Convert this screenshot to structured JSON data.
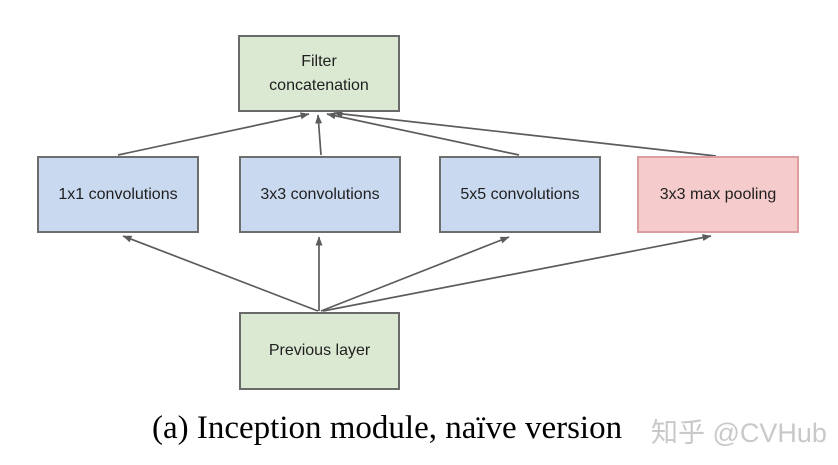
{
  "colors": {
    "background": "#ffffff",
    "green_fill": "#dbe9d2",
    "green_border": "#6a6a6a",
    "blue_fill": "#c9d9f0",
    "blue_border": "#6e6e6e",
    "pink_fill": "#f6cbcb",
    "pink_border": "#db9d9d",
    "arrow": "#5c5c5c",
    "node_text": "#1f1f1f",
    "caption_text": "#000000",
    "watermark_text": "#c9c9c9"
  },
  "diagram": {
    "nodes": [
      {
        "id": "filter-concat",
        "label": "Filter concatenation",
        "type": "green"
      },
      {
        "id": "conv1x1",
        "label": "1x1 convolutions",
        "type": "blue"
      },
      {
        "id": "conv3x3",
        "label": "3x3 convolutions",
        "type": "blue"
      },
      {
        "id": "conv5x5",
        "label": "5x5 convolutions",
        "type": "blue"
      },
      {
        "id": "maxpool",
        "label": "3x3 max pooling",
        "type": "pink"
      },
      {
        "id": "previous",
        "label": "Previous layer",
        "type": "green"
      }
    ],
    "edges": [
      {
        "from": "conv1x1",
        "to": "filter-concat"
      },
      {
        "from": "conv3x3",
        "to": "filter-concat"
      },
      {
        "from": "conv5x5",
        "to": "filter-concat"
      },
      {
        "from": "maxpool",
        "to": "filter-concat"
      },
      {
        "from": "previous",
        "to": "conv1x1"
      },
      {
        "from": "previous",
        "to": "conv3x3"
      },
      {
        "from": "previous",
        "to": "conv5x5"
      },
      {
        "from": "previous",
        "to": "maxpool"
      }
    ]
  },
  "caption": {
    "text": "(a) Inception module, naïve version"
  },
  "watermark": {
    "text": "知乎 @CVHub"
  }
}
